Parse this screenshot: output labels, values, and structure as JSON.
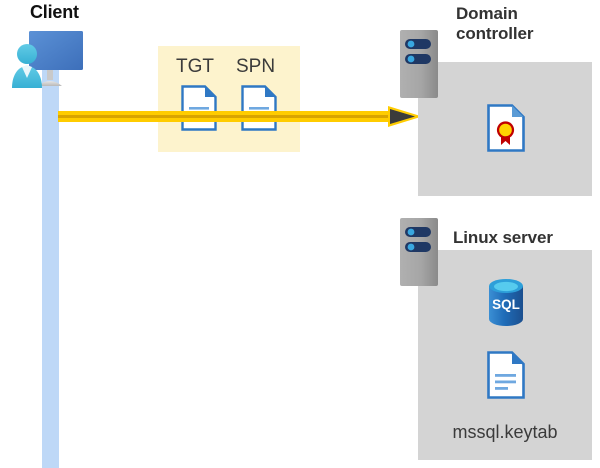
{
  "diagram": {
    "title_client": "Client",
    "client_icon_name": "client-user-monitor-icon",
    "lifeline_color": "#bed8f7"
  },
  "flow": {
    "highlight_color": "#fdf3cd",
    "arrow_color": "#ffcc00",
    "arrow_core_color": "#e8b000",
    "arrowhead_color": "#3b3b3b",
    "tokens": [
      {
        "label": "TGT",
        "icon": "document-icon"
      },
      {
        "label": "SPN",
        "icon": "document-icon"
      }
    ]
  },
  "nodes": [
    {
      "id": "domain-controller",
      "title": "Domain\ncontroller",
      "panel_color": "#d4d4d4",
      "server_icon": "server-rack-icon",
      "contents": [
        {
          "icon": "certificate-document-icon",
          "label": ""
        }
      ]
    },
    {
      "id": "linux-server",
      "title": "Linux server",
      "panel_color": "#d4d4d4",
      "server_icon": "server-rack-icon",
      "contents": [
        {
          "icon": "sql-database-icon",
          "label": "SQL"
        },
        {
          "icon": "document-icon",
          "label": "mssql.keytab"
        }
      ]
    }
  ],
  "labels": {
    "sql_text": "SQL",
    "keytab_filename": "mssql.keytab"
  }
}
